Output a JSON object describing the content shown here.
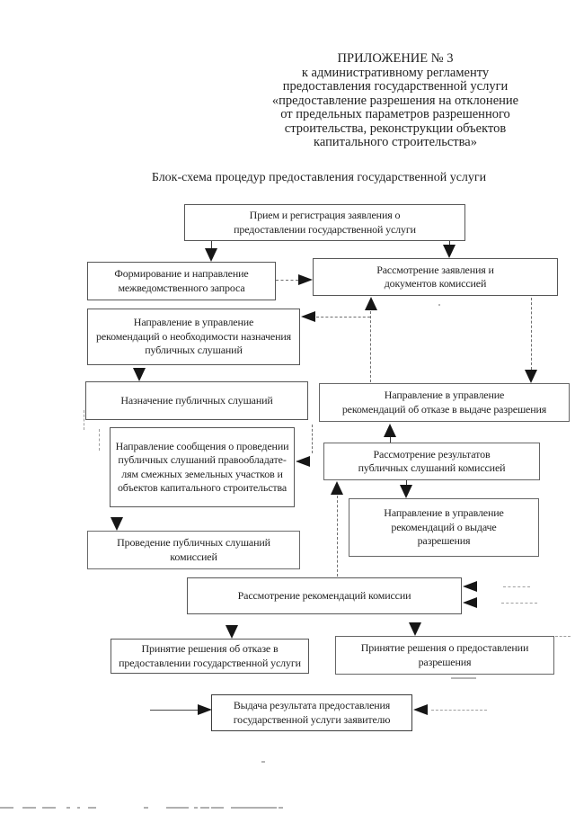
{
  "colors": {
    "ink": "#1f1f1f",
    "paper": "#ffffff"
  },
  "document": {
    "appendix_header": [
      "ПРИЛОЖЕНИЕ № 3",
      "к административному регламенту",
      "предоставления государственной услуги",
      "«предоставление разрешения на отклонение",
      "от предельных параметров разрешенного",
      "строительства, реконструкции объектов",
      "капитального строительства»"
    ],
    "title": "Блок-схема процедур предоставления государственной услуги"
  },
  "flowchart": {
    "nodes": {
      "reception": {
        "lines": [
          "Прием и регистрация заявления о",
          "предоставлении государственной услуги"
        ]
      },
      "request": {
        "lines": [
          "Формирование и направление",
          "межведомственного запроса"
        ]
      },
      "review": {
        "lines": [
          "Рассмотрение заявления и",
          "документов комиссией"
        ]
      },
      "hearingNeed": {
        "lines": [
          "Направление в управление",
          "рекомендаций о необходимости назначения",
          "публичных слушаний"
        ]
      },
      "hearingAppoint": {
        "lines": [
          "Назначение публичных слушаний"
        ]
      },
      "refuseRec": {
        "lines": [
          "Направление в управление",
          "рекомендаций об отказе в выдаче разрешения"
        ]
      },
      "notify": {
        "lines": [
          "Направление сообщения о проведении",
          "публичных слушаний правообладате-",
          "лям смежных земельных участков и",
          "объектов капитального строительства"
        ]
      },
      "resultsReview": {
        "lines": [
          "Рассмотрение результатов",
          "публичных слушаний комиссией"
        ]
      },
      "conduct": {
        "lines": [
          "Проведение публичных слушаний",
          "комиссией"
        ]
      },
      "issueRec": {
        "lines": [
          "Направление в управление",
          "рекомендаций о выдаче",
          "разрешения"
        ]
      },
      "recReview": {
        "lines": [
          "Рассмотрение рекомендаций комиссии"
        ]
      },
      "refuseDecision": {
        "lines": [
          "Принятие решения об отказе в",
          "предоставлении государственной услуги"
        ]
      },
      "grantDecision": {
        "lines": [
          "Принятие решения о предоставлении",
          "разрешения"
        ]
      },
      "issuance": {
        "lines": [
          "Выдача результата предоставления",
          "государственной услуги заявителю"
        ]
      }
    }
  }
}
